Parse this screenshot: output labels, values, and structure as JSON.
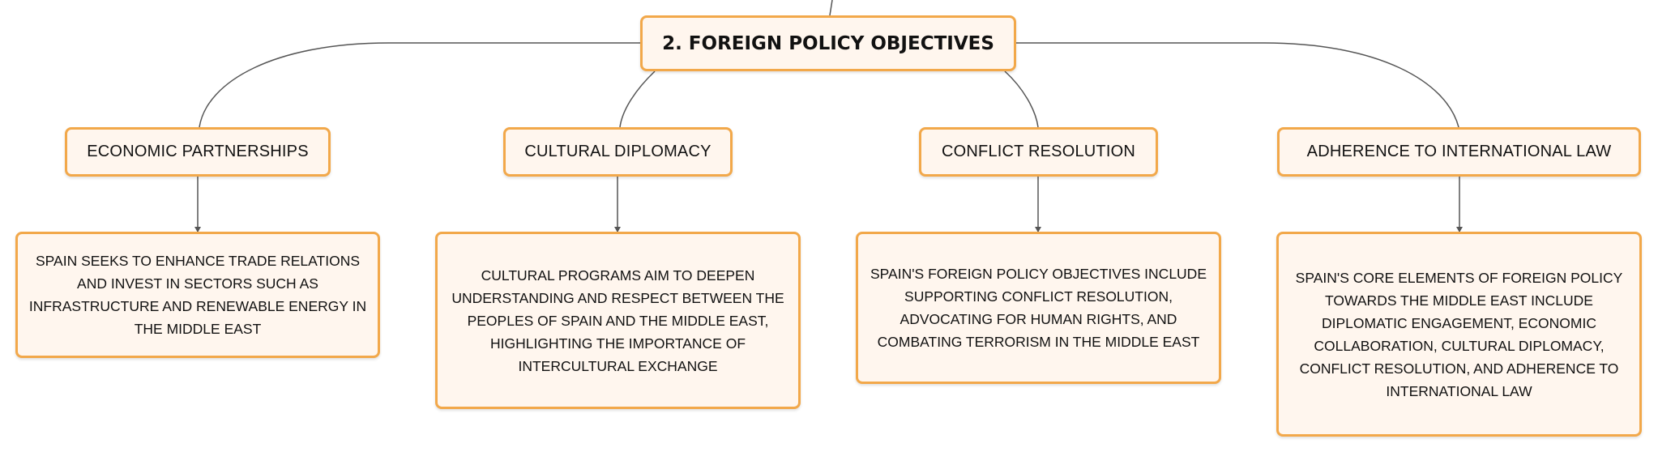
{
  "root": {
    "label": "2. FOREIGN POLICY OBJECTIVES"
  },
  "categories": [
    {
      "label": "ECONOMIC PARTNERSHIPS"
    },
    {
      "label": "CULTURAL DIPLOMACY"
    },
    {
      "label": "CONFLICT RESOLUTION"
    },
    {
      "label": "ADHERENCE TO INTERNATIONAL LAW"
    }
  ],
  "details": [
    {
      "text": "SPAIN SEEKS TO ENHANCE TRADE RELATIONS AND INVEST IN SECTORS SUCH AS INFRASTRUCTURE AND RENEWABLE ENERGY IN THE MIDDLE EAST"
    },
    {
      "text": "CULTURAL PROGRAMS AIM TO DEEPEN UNDERSTANDING AND RESPECT BETWEEN THE PEOPLES OF SPAIN AND THE MIDDLE EAST, HIGHLIGHTING THE IMPORTANCE OF INTERCULTURAL EXCHANGE"
    },
    {
      "text": "SPAIN'S FOREIGN POLICY OBJECTIVES INCLUDE SUPPORTING CONFLICT RESOLUTION, ADVOCATING FOR HUMAN RIGHTS, AND COMBATING TERRORISM IN THE MIDDLE EAST"
    },
    {
      "text": "SPAIN'S CORE ELEMENTS OF FOREIGN POLICY TOWARDS THE MIDDLE EAST INCLUDE DIPLOMATIC ENGAGEMENT, ECONOMIC COLLABORATION, CULTURAL DIPLOMACY, CONFLICT RESOLUTION, AND ADHERENCE TO INTERNATIONAL LAW"
    }
  ],
  "colors": {
    "node_border": "#f2a84a",
    "node_fill": "#fff6ee",
    "connector": "#555555"
  }
}
